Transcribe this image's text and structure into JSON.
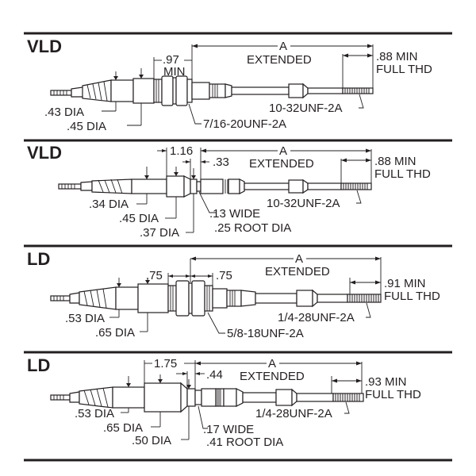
{
  "sections": [
    {
      "title": "VLD",
      "dims": {
        "cable_dia": ".43 DIA",
        "housing_dia": ".45 DIA",
        "nut_length": ".97",
        "nut_length_note": "MIN",
        "extended_label": "A",
        "extended_note": "EXTENDED",
        "full_thread": ".88 MIN",
        "full_thread_note": "FULL THD",
        "tip_thread": "10-32UNF-2A",
        "body_thread": "7/16-20UNF-2A"
      }
    },
    {
      "title": "VLD",
      "dims": {
        "cable_dia": ".34 DIA",
        "housing_dia": ".45 DIA",
        "neck_dia": ".37 DIA",
        "body_length": "1.16",
        "groove_offset": ".33",
        "groove_width": ".13 WIDE",
        "groove_root": ".25 ROOT DIA",
        "extended_label": "A",
        "extended_note": "EXTENDED",
        "full_thread": ".88 MIN",
        "full_thread_note": "FULL THD",
        "tip_thread": "10-32UNF-2A"
      }
    },
    {
      "title": "LD",
      "dims": {
        "cable_dia": ".53 DIA",
        "housing_dia": ".65 DIA",
        "nut_left": ".75",
        "nut_right": ".75",
        "extended_label": "A",
        "extended_note": "EXTENDED",
        "full_thread": ".91 MIN",
        "full_thread_note": "FULL THD",
        "tip_thread": "1/4-28UNF-2A",
        "body_thread": "5/8-18UNF-2A"
      }
    },
    {
      "title": "LD",
      "dims": {
        "cable_dia": ".53 DIA",
        "housing_dia": ".65 DIA",
        "neck_dia": ".50 DIA",
        "body_length": "1.75",
        "groove_offset": ".44",
        "groove_width": ".17 WIDE",
        "groove_root": ".41 ROOT DIA",
        "extended_label": "A",
        "extended_note": "EXTENDED",
        "full_thread": ".93 MIN",
        "full_thread_note": "FULL THD",
        "tip_thread": "1/4-28UNF-2A"
      }
    }
  ]
}
